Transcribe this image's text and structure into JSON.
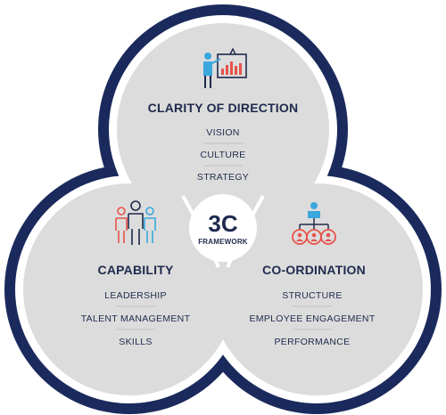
{
  "colors": {
    "ring": "#1b2a5c",
    "fill": "#dcdcdc",
    "white": "#ffffff",
    "text": "#1f2a4d",
    "accent_red": "#e8534a",
    "accent_blue": "#3aa7dd"
  },
  "center": {
    "title": "3C",
    "subtitle": "FRAMEWORK"
  },
  "sections": {
    "clarity": {
      "icon": "presentation-chart-icon",
      "title": "CLARITY OF DIRECTION",
      "items": [
        "VISION",
        "CULTURE",
        "STRATEGY"
      ]
    },
    "capability": {
      "icon": "team-people-icon",
      "title": "CAPABILITY",
      "items": [
        "LEADERSHIP",
        "TALENT MANAGEMENT",
        "SKILLS"
      ]
    },
    "coordination": {
      "icon": "org-chart-icon",
      "title": "CO-ORDINATION",
      "items": [
        "STRUCTURE",
        "EMPLOYEE ENGAGEMENT",
        "PERFORMANCE"
      ]
    }
  }
}
